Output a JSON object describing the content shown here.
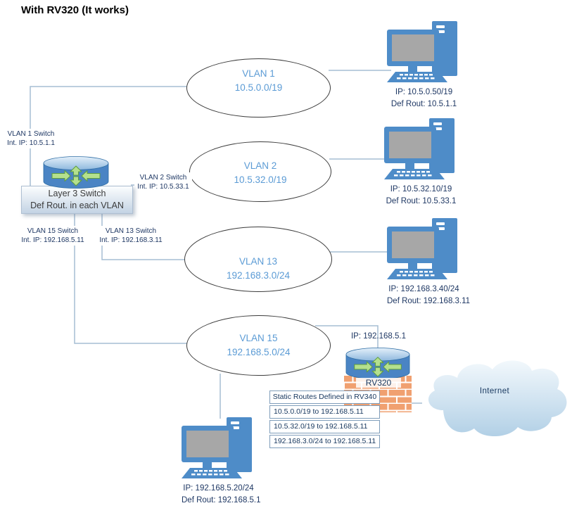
{
  "title": "With RV320 (It works)",
  "vlans": [
    {
      "name": "VLAN 1",
      "subnet": "10.5.0.0/19"
    },
    {
      "name": "VLAN 2",
      "subnet": "10.5.32.0/19"
    },
    {
      "name": "VLAN 13",
      "subnet": "192.168.3.0/24"
    },
    {
      "name": "VLAN 15",
      "subnet": "192.168.5.0/24"
    }
  ],
  "switch": {
    "label_line1": "Layer 3 Switch",
    "label_line2": "Def Rout. in each VLAN"
  },
  "switch_ports": [
    {
      "line1": "VLAN 1 Switch",
      "line2": "Int. IP: 10.5.1.1"
    },
    {
      "line1": "VLAN 2 Switch",
      "line2": "Int. IP: 10.5.33.1"
    },
    {
      "line1": "VLAN 15 Switch",
      "line2": "Int. IP: 192.168.5.11"
    },
    {
      "line1": "VLAN 13 Switch",
      "line2": "Int. IP: 192.168.3.11"
    }
  ],
  "computers": [
    {
      "ip": "IP: 10.5.0.50/19",
      "def_rout": "Def Rout: 10.5.1.1"
    },
    {
      "ip": "IP: 10.5.32.10/19",
      "def_rout": "Def Rout: 10.5.33.1"
    },
    {
      "ip": "IP: 192.168.3.40/24",
      "def_rout": "Def Rout: 192.168.3.11"
    },
    {
      "ip": "IP: 192.168.5.20/24",
      "def_rout": "Def Rout: 192.168.5.1"
    }
  ],
  "router": {
    "ip_label": "IP: 192.168.5.1",
    "name": "RV320"
  },
  "static_routes": {
    "header": "Static Routes Defined in RV340",
    "rows": [
      "10.5.0.0/19 to 192.168.5.11",
      "10.5.32.0/19 to 192.168.5.11",
      "192.168.3.0/24 to 192.168.5.11"
    ]
  },
  "internet": {
    "label": "Internet"
  },
  "icons": {
    "switch": "layer3-switch-cylinder-icon",
    "router": "router-cylinder-icon",
    "firewall": "brick-wall-icon",
    "computer": "desktop-computer-icon",
    "cloud": "internet-cloud-icon"
  },
  "colors": {
    "device_blue": "#4e8cc8",
    "vlan_text": "#5b9bd5",
    "label_navy": "#1f3864",
    "connector": "#a6bdd3",
    "arrow_green": "#b4e08e",
    "brick_orange": "#f0a070"
  }
}
